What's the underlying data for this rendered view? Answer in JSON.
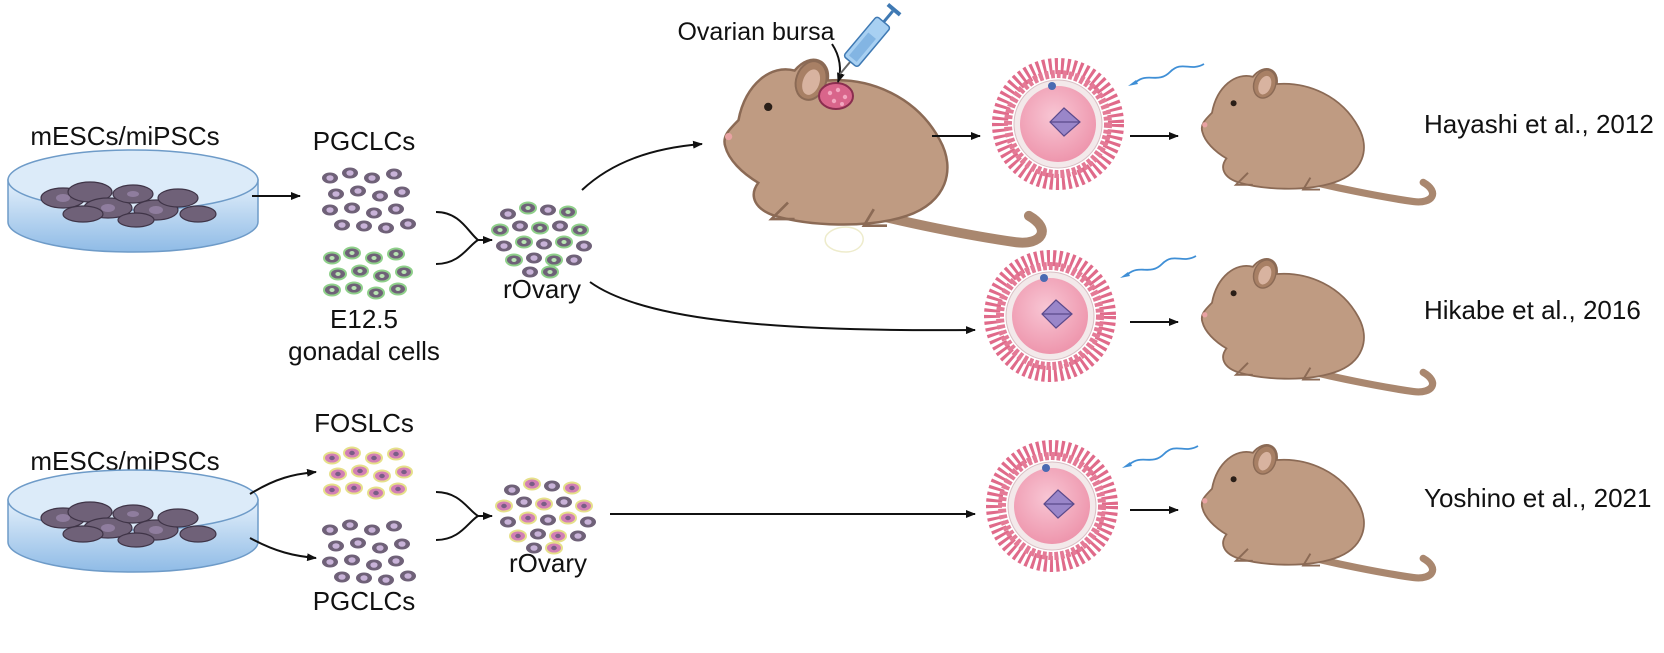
{
  "labels": {
    "source_top": "mESCs/miPSCs",
    "source_bottom": "mESCs/miPSCs",
    "pgclcs_top": "PGCLCs",
    "gonadal_line1": "E12.5",
    "gonadal_line2": "gonadal cells",
    "rovary_top": "rOvary",
    "foslcs": "FOSLCs",
    "pgclcs_bottom": "PGCLCs",
    "rovary_bottom": "rOvary",
    "ovarian_bursa": "Ovarian bursa"
  },
  "references": [
    "Hayashi et al., 2012",
    "Hikabe et al., 2016",
    "Yoshino et al., 2021"
  ],
  "colors": {
    "dish": "#9cc3ea",
    "cell_body": "#6f6178",
    "pgclc_nucleus": "#c8b2d8",
    "gonadal_ring": "#8fd08a",
    "foslc_ring": "#e6e08a",
    "oocyte": "#f2a3b8",
    "cumulus": "#e06a8a",
    "mouse_fur": "#bf9b82",
    "arrow": "#111111"
  }
}
